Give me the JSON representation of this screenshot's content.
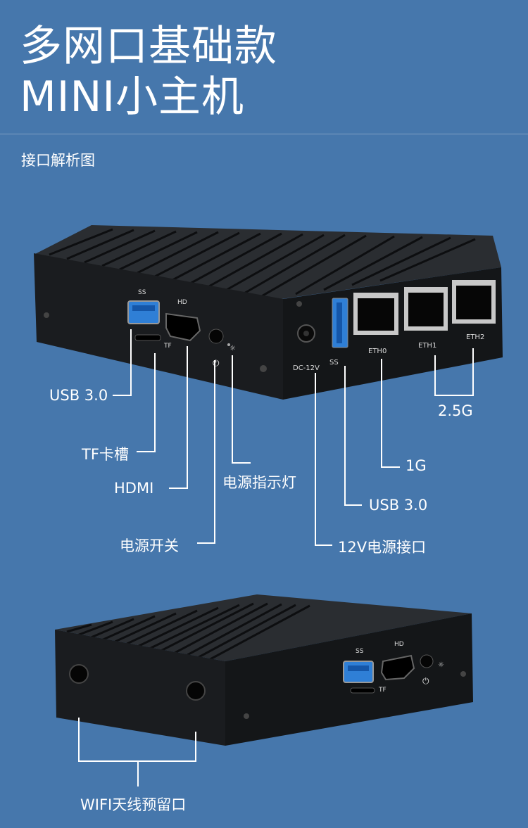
{
  "title": {
    "line1": "多网口基础款",
    "line2": "MINI小主机"
  },
  "subtitle": "接口解析图",
  "callouts": {
    "usb_left": "USB 3.0",
    "tf_slot": "TF卡槽",
    "hdmi": "HDMI",
    "power_switch": "电源开关",
    "power_led": "电源指示灯",
    "eth_25g": "2.5G",
    "eth_1g": "1G",
    "usb_right": "USB 3.0",
    "dc_power": "12V电源接口",
    "wifi": "WIFI天线预留口"
  },
  "device_markings": {
    "ss": "SS",
    "hd": "HD",
    "tf": "TF",
    "dc": "DC-12V",
    "eth0": "ETH0",
    "eth1": "ETH1",
    "eth2": "ETH2"
  },
  "colors": {
    "background": "#4677ac",
    "device": "#17191c",
    "usb_port": "#2f7fd6",
    "line": "#ffffff"
  }
}
